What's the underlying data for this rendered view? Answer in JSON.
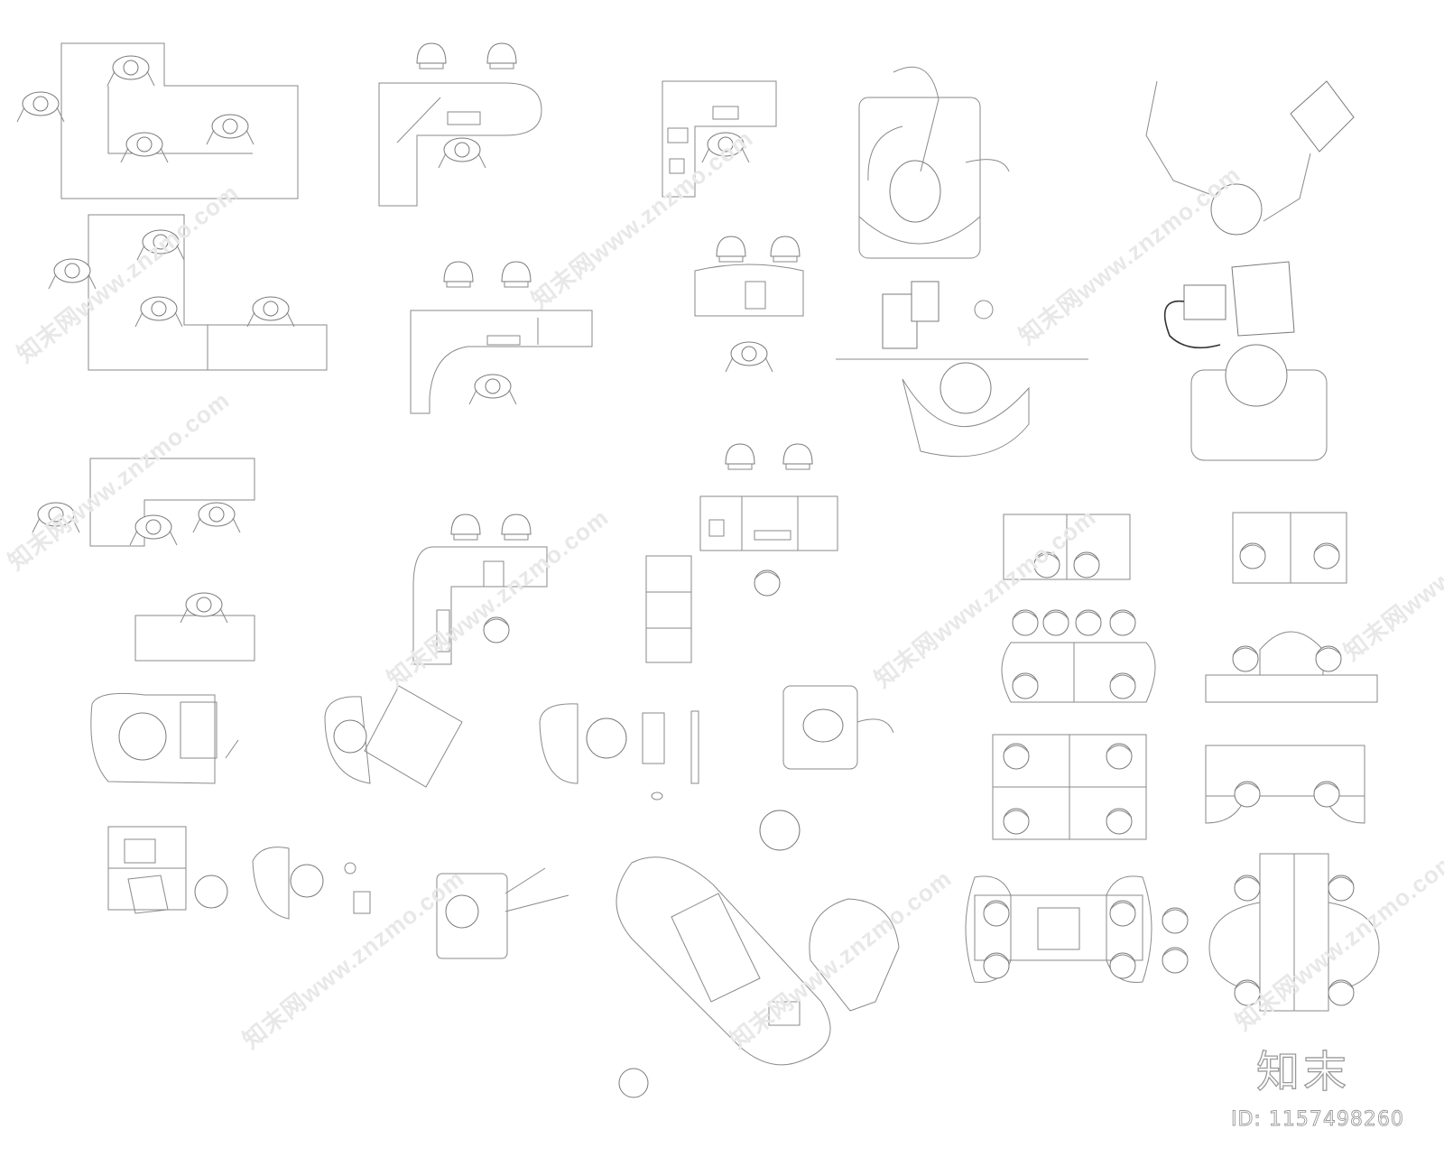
{
  "watermark_text": "知末网www.znzmo.com",
  "brand": {
    "logo_text": "知末",
    "id_label": "ID:",
    "id_value": "1157498260"
  },
  "colors": {
    "linework": "#8a8a8a",
    "background": "#ffffff",
    "watermark": "#e8e8e8"
  }
}
